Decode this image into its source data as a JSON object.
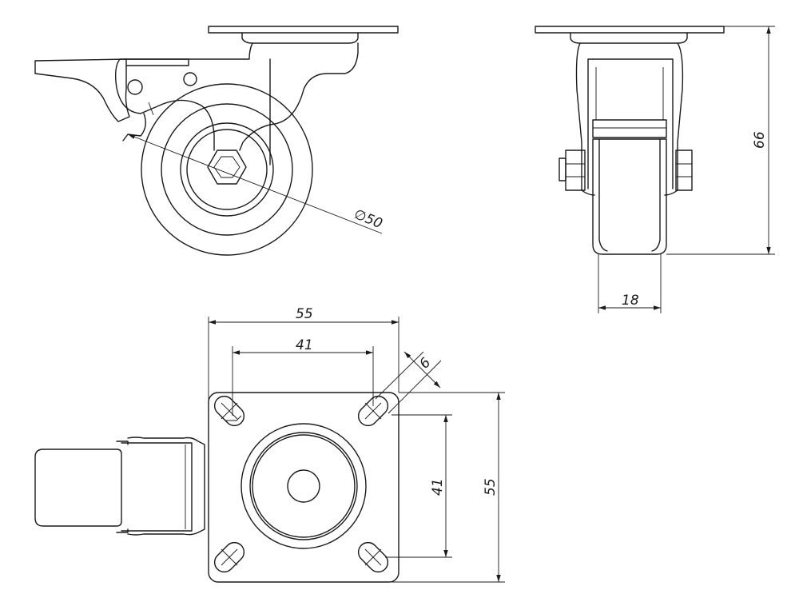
{
  "dimensions": {
    "wheel_diameter": "∅50",
    "total_height": "66",
    "wheel_width": "18",
    "plate_width": "55",
    "hole_spacing_x": "41",
    "hole_slot": "6",
    "hole_spacing_y": "41",
    "plate_height": "55"
  },
  "colors": {
    "line": "#1a1a1a",
    "background": "#ffffff"
  }
}
